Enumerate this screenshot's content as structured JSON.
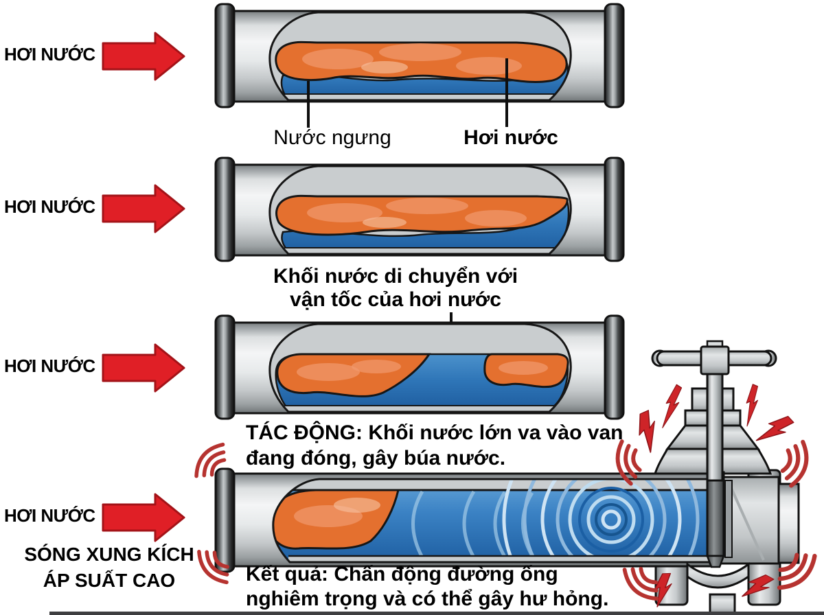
{
  "labels": {
    "steam_flow": "HƠI NƯỚC",
    "condensate": "Nước ngưng",
    "steam_pocket": "Hơi nước"
  },
  "captions": {
    "slug": [
      "Khối nước di chuyển với",
      "vận tốc của hơi nước"
    ],
    "impact": [
      "TÁC ĐỘNG: Khối nước lớn va vào van",
      "đang đóng, gây búa nước."
    ],
    "shockwave": [
      "SÓNG XUNG KÍCH",
      "ÁP SUẤT CAO"
    ],
    "result": [
      "Kết quả: Chấn động đường ống",
      "nghiêm trọng và có thể gây hư hỏng."
    ]
  },
  "colors": {
    "steam_orange": "#E4702F",
    "condensate_blue": "#2F76B8",
    "arrow_red": "#E01F26",
    "warning_red": "#CE2428",
    "vibration_red": "#B63330",
    "pipe_gray": "#C9CDCF"
  },
  "icons": {
    "steam_arrow": "red-right-arrow",
    "lightning_bolt": "red-zigzag-bolt",
    "vibration_waves": "red-triple-arcs",
    "shock_rings": "concentric-circles",
    "valve": "gate-valve-cross-section"
  }
}
